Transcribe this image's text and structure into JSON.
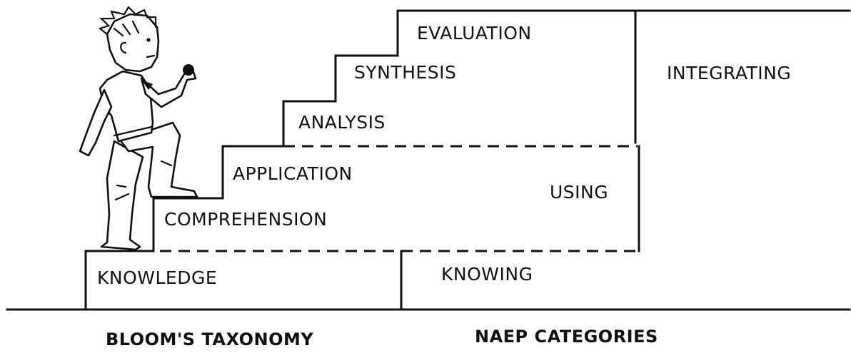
{
  "bloom_levels": [
    {
      "label": "KNOWLEDGE"
    },
    {
      "label": "COMPREHENSION"
    },
    {
      "label": "APPLICATION"
    },
    {
      "label": "ANALYSIS"
    },
    {
      "label": "SYNTHESIS"
    },
    {
      "label": "EVALUATION"
    }
  ],
  "naep_categories": [
    {
      "label": "KNOWING"
    },
    {
      "label": "USING"
    },
    {
      "label": "INTEGRATING"
    }
  ],
  "footer": {
    "bloom_title": "BLOOM'S TAXONOMY",
    "naep_title": "NAEP CATEGORIES"
  }
}
